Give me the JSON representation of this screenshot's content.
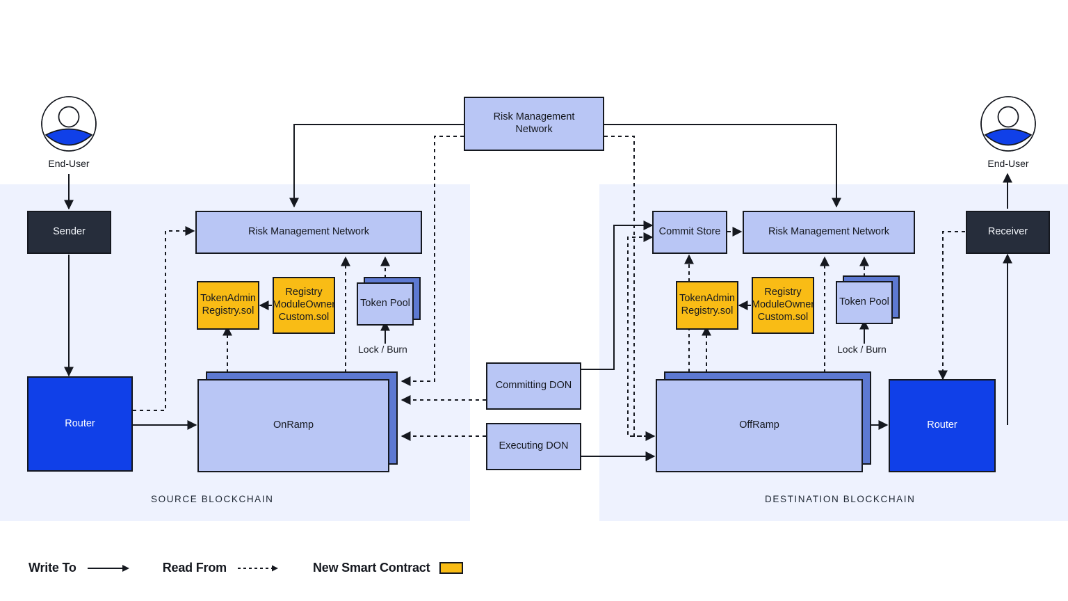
{
  "diagram": {
    "title": "Chainlink CCIP cross-chain token transfer architecture",
    "colors": {
      "region_bg": "#eef2fe",
      "periwinkle": "#b9c6f5",
      "stack_blue": "#5d79d2",
      "router_blue": "#1040e8",
      "dark_navy": "#262d3b",
      "smart_contract_orange": "#f9bc15",
      "stroke": "#15181f",
      "page_bg": "#ffffff"
    }
  },
  "regions": [
    {
      "id": "source",
      "label": "SOURCE BLOCKCHAIN"
    },
    {
      "id": "destination",
      "label": "DESTINATION BLOCKCHAIN"
    }
  ],
  "actors": [
    {
      "id": "end-user-left",
      "label": "End-User"
    },
    {
      "id": "end-user-right",
      "label": "End-User"
    }
  ],
  "nodes": {
    "sender": "Sender",
    "receiver": "Receiver",
    "router_source": "Router",
    "router_destination": "Router",
    "rmn_center": "Risk Management\nNetwork",
    "rmn_center_line1": "Risk Management",
    "rmn_center_line2": "Network",
    "rmn_source": "Risk Management Network",
    "rmn_destination": "Risk Management Network",
    "onramp": "OnRamp",
    "offramp": "OffRamp",
    "commit_store": "Commit Store",
    "committing_don": "Committing DON",
    "executing_don": "Executing DON",
    "token_pool_source": "Token Pool",
    "token_pool_destination": "Token Pool",
    "token_admin_registry_source_line1": "TokenAdmin",
    "token_admin_registry_source_line2": "Registry.sol",
    "token_admin_registry_destination_line1": "TokenAdmin",
    "token_admin_registry_destination_line2": "Registry.sol",
    "registry_module_source_line1": "Registry",
    "registry_module_source_line2": "ModuleOwner",
    "registry_module_source_line3": "Custom.sol",
    "registry_module_destination_line1": "Registry",
    "registry_module_destination_line2": "ModuleOwner",
    "registry_module_destination_line3": "Custom.sol"
  },
  "edge_captions": {
    "lock_burn_source": "Lock / Burn",
    "lock_burn_destination": "Lock / Burn"
  },
  "legend": {
    "write_to": "Write To",
    "read_from": "Read From",
    "new_smart_contract": "New Smart Contract",
    "swatch_color": "#f9bc15"
  }
}
